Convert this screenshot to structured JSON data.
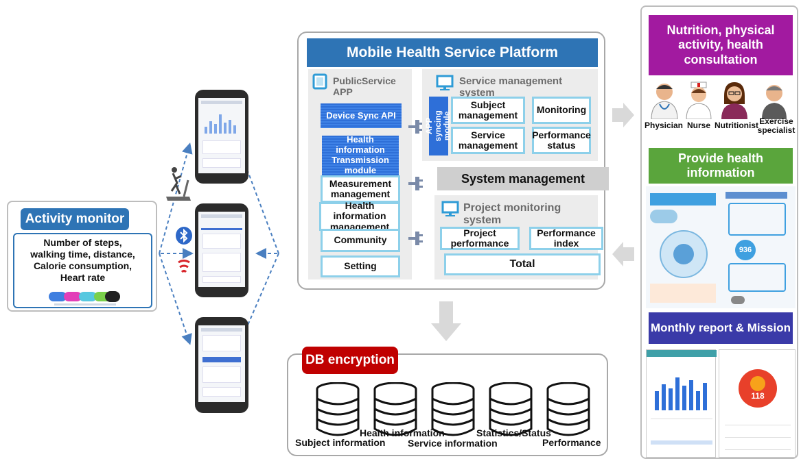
{
  "activity_monitor": {
    "title": "Activity monitor",
    "lines": [
      "Number of steps,",
      "walking time, distance,",
      "Calorie consumption,",
      "Heart rate"
    ]
  },
  "platform": {
    "title": "Mobile Health Service Platform",
    "public_app": {
      "label": "PublicService APP",
      "device_sync": "Device Sync API",
      "health_transmission": "Health information Transmission module",
      "measurement": "Measurement management",
      "health_mgmt": "Health information management",
      "community": "Community",
      "setting": "Setting"
    },
    "service_mgmt": {
      "label": "Service management system",
      "syncing_module": "APP syncing module",
      "subject": "Subject management",
      "monitoring": "Monitoring",
      "service": "Service management",
      "performance_status": "Performance status"
    },
    "system_management": "System management",
    "project_monitoring": {
      "label": "Project monitoring system",
      "project_performance": "Project performance",
      "performance_index": "Performance index",
      "total": "Total"
    }
  },
  "db": {
    "title": "DB encryption",
    "labels": {
      "subject": "Subject information",
      "health": "Health information",
      "service": "Service information",
      "statistics": "Statistics/Status",
      "performance": "Performance"
    }
  },
  "right": {
    "nutrition_title": "Nutrition, physical activity, health consultation",
    "people": [
      "Physician",
      "Nurse",
      "Nutritionist",
      "Exercise specialist"
    ],
    "provide_title": "Provide health information",
    "monthly_title": "Monthly report & Mission",
    "poster_badge": "936",
    "report_value": "118"
  },
  "colors": {
    "blue_title": "#2e74b5",
    "light_blue_border": "#8dd0ea",
    "db_red": "#c00000",
    "purple": "#a21aa0",
    "green": "#5aa53c",
    "indigo": "#3a3aa8"
  }
}
